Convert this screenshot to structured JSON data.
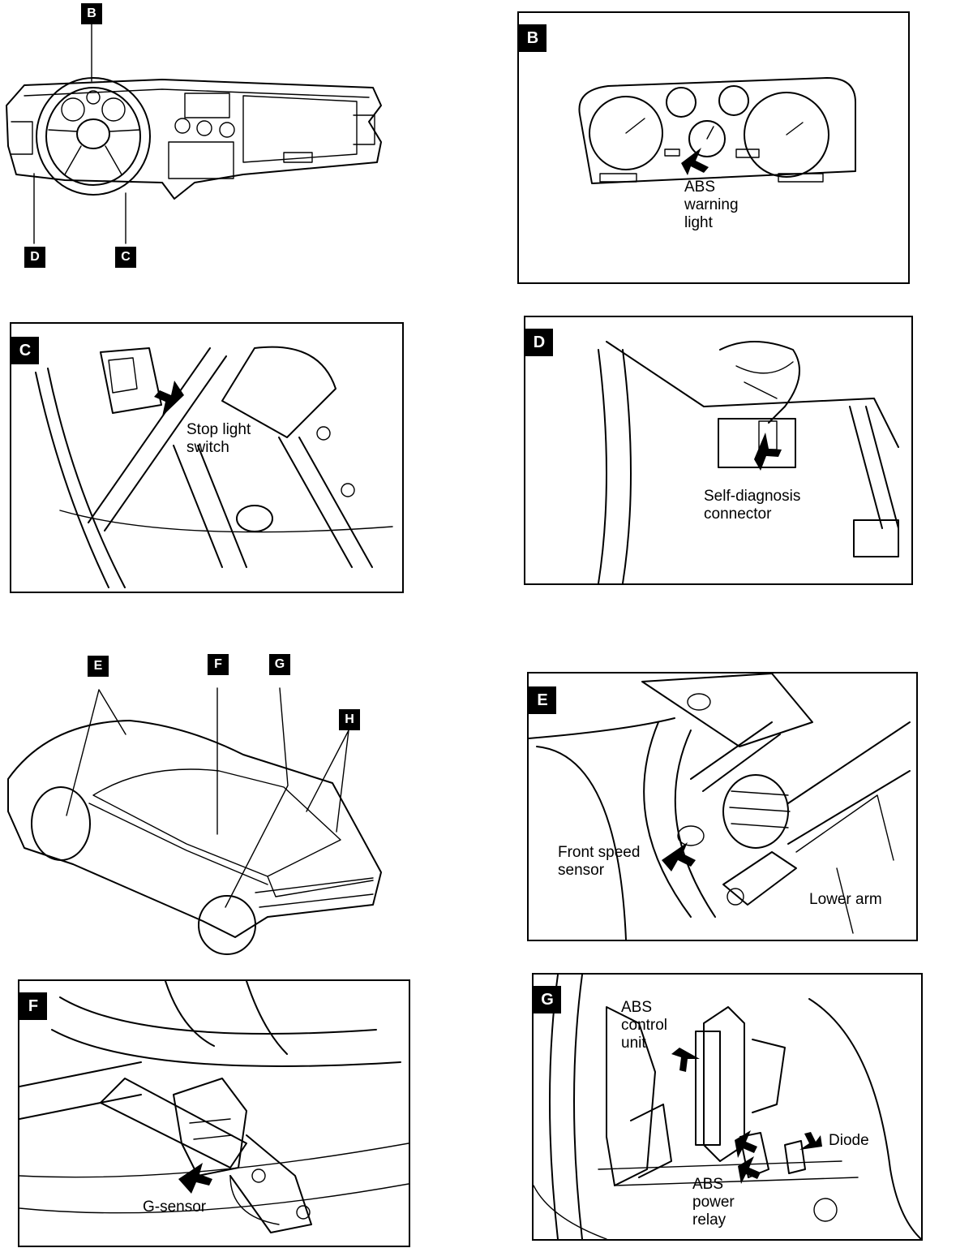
{
  "overview_dash": {
    "tags": {
      "b": "B",
      "c": "C",
      "d": "D"
    }
  },
  "overview_car": {
    "tags": {
      "e": "E",
      "f": "F",
      "g": "G",
      "h": "H"
    }
  },
  "panels": {
    "b": {
      "tag": "B",
      "label": "ABS\nwarning\nlight"
    },
    "c": {
      "tag": "C",
      "label": "Stop  light\nswitch"
    },
    "d": {
      "tag": "D",
      "label": "Self-diagnosis\nconnector"
    },
    "e": {
      "tag": "E",
      "label_front": "Front  speed\nsensor",
      "label_arm": "Lower  arm"
    },
    "f": {
      "tag": "F",
      "label": "G-sensor"
    },
    "g": {
      "tag": "G",
      "label_control": "ABS\ncontrol\nunit",
      "label_diode": "Diode",
      "label_relay": "ABS\npower\nrelay"
    }
  }
}
